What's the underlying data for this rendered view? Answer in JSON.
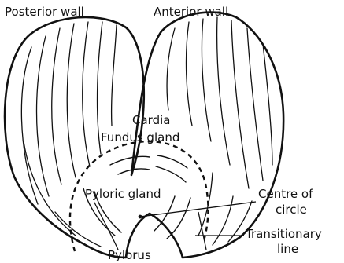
{
  "labels": {
    "posterior_wall": "Posterior wall",
    "anterior_wall": "Anterior wall",
    "cardia": "Cardia",
    "fundus_gland": "Fundus gland",
    "pyloric_gland": "Pyloric gland",
    "centre_of_circle_line1": "Centre of",
    "centre_of_circle_line2": "circle",
    "transitionary_line1": "Transitionary",
    "transitionary_line2": "line",
    "pylorus": "Pylorus"
  },
  "colors": {
    "ink": "#111111",
    "background": "#ffffff"
  }
}
